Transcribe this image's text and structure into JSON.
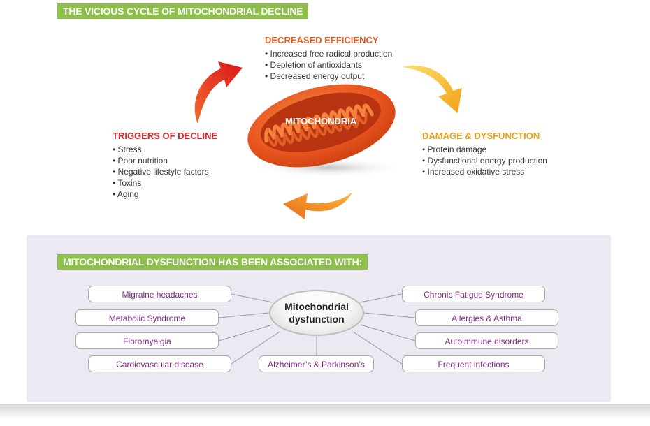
{
  "title_top": "THE VICIOUS CYCLE OF MITOCHONDRIAL DECLINE",
  "mitochondria_label": "MITOCHONDRIA",
  "efficiency": {
    "heading": "DECREASED EFFICIENCY",
    "items": [
      "Increased free radical production",
      "Depletion of antioxidants",
      "Decreased energy output"
    ]
  },
  "triggers": {
    "heading": "TRIGGERS OF DECLINE",
    "items": [
      "Stress",
      "Poor nutrition",
      "Negative lifestyle factors",
      "Toxins",
      "Aging"
    ]
  },
  "damage": {
    "heading": "DAMAGE & DYSFUNCTION",
    "items": [
      "Protein damage",
      "Dysfunctional energy production",
      "Increased oxidative stress"
    ]
  },
  "title_bottom": "MITOCHONDRIAL DYSFUNCTION HAS BEEN ASSOCIATED WITH:",
  "center": {
    "line1": "Mitochondrial",
    "line2": "dysfunction"
  },
  "conditions_left": [
    "Migraine headaches",
    "Metabolic Syndrome",
    "Fibromyalgia",
    "Cardiovascular disease"
  ],
  "conditions_right": [
    "Chronic  Fatigue Syndrome",
    "Allergies & Asthma",
    "Autoimmune disorders",
    "Frequent infections"
  ],
  "condition_bottom": "Alzheimer’s & Parkinson’s",
  "colors": {
    "banner": "#8cc04b",
    "triggers": "#d7262c",
    "efficiency": "#e35a1c",
    "damage": "#e5a01b",
    "condition_text": "#7b2a7e",
    "panel": "#ece9f3"
  }
}
